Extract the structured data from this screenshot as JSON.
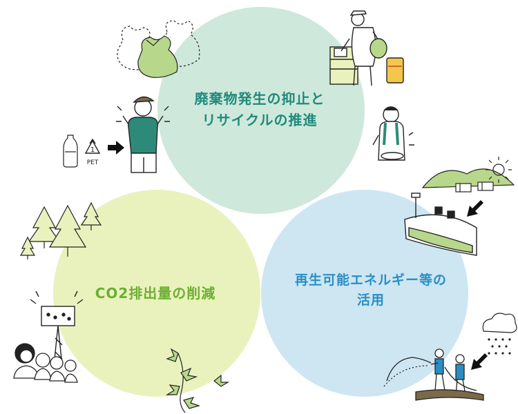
{
  "diagram": {
    "circles": [
      {
        "id": "waste",
        "lines": [
          "廃棄物発生の抑止と",
          "リサイクルの推進"
        ],
        "fill": "#cfe8dc",
        "text_color": "#1f8a7a"
      },
      {
        "id": "co2",
        "lines": [
          "CO2排出量の削減"
        ],
        "fill": "#e9f2bd",
        "text_color": "#6cae33"
      },
      {
        "id": "energy",
        "lines": [
          "再生可能エネルギー等の",
          "活用"
        ],
        "fill": "#cde6f2",
        "text_color": "#2a8ec4"
      }
    ],
    "recycle_mark": {
      "number": "1",
      "label": "PET"
    },
    "colors": {
      "accent_green": "#b7d88a",
      "ink": "#222222",
      "arrow": "#111111"
    }
  }
}
